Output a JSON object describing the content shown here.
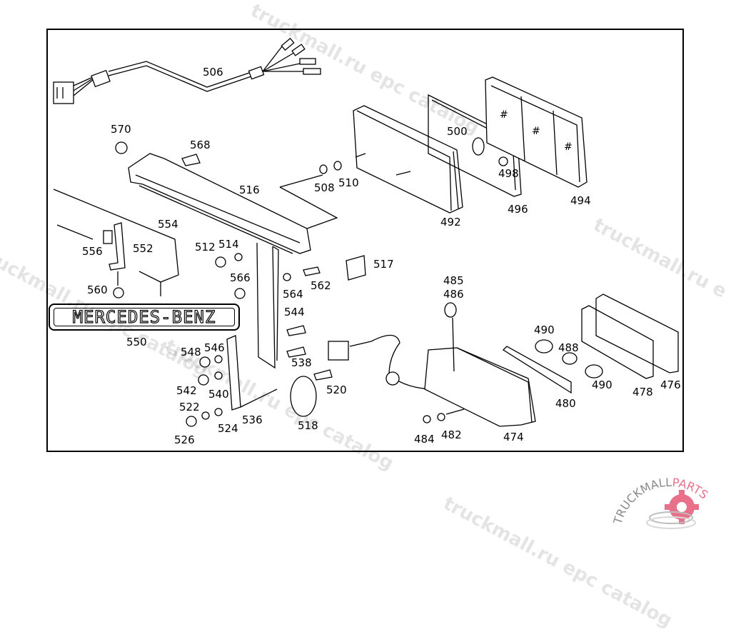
{
  "diagram": {
    "type": "exploded parts diagram",
    "emblem_text": "MERCEDES-BENZ",
    "part_labels": [
      {
        "id": "p506",
        "text": "506"
      },
      {
        "id": "p570",
        "text": "570"
      },
      {
        "id": "p568",
        "text": "568"
      },
      {
        "id": "p516",
        "text": "516"
      },
      {
        "id": "p508",
        "text": "508"
      },
      {
        "id": "p510",
        "text": "510"
      },
      {
        "id": "p500",
        "text": "500"
      },
      {
        "id": "p498",
        "text": "498"
      },
      {
        "id": "p496",
        "text": "496"
      },
      {
        "id": "p494",
        "text": "494"
      },
      {
        "id": "p492",
        "text": "492"
      },
      {
        "id": "p554",
        "text": "554"
      },
      {
        "id": "p556",
        "text": "556"
      },
      {
        "id": "p552",
        "text": "552"
      },
      {
        "id": "p560",
        "text": "560"
      },
      {
        "id": "p550",
        "text": "550"
      },
      {
        "id": "p512",
        "text": "512"
      },
      {
        "id": "p514",
        "text": "514"
      },
      {
        "id": "p566",
        "text": "566"
      },
      {
        "id": "p564",
        "text": "564"
      },
      {
        "id": "p562",
        "text": "562"
      },
      {
        "id": "p517",
        "text": "517"
      },
      {
        "id": "p544",
        "text": "544"
      },
      {
        "id": "p538",
        "text": "538"
      },
      {
        "id": "p520",
        "text": "520"
      },
      {
        "id": "p518",
        "text": "518"
      },
      {
        "id": "p548",
        "text": "548"
      },
      {
        "id": "p546",
        "text": "546"
      },
      {
        "id": "p542",
        "text": "542"
      },
      {
        "id": "p540",
        "text": "540"
      },
      {
        "id": "p522",
        "text": "522"
      },
      {
        "id": "p524",
        "text": "524"
      },
      {
        "id": "p526",
        "text": "526"
      },
      {
        "id": "p536",
        "text": "536"
      },
      {
        "id": "p485",
        "text": "485"
      },
      {
        "id": "p486",
        "text": "486"
      },
      {
        "id": "p490a",
        "text": "490"
      },
      {
        "id": "p488",
        "text": "488"
      },
      {
        "id": "p490b",
        "text": "490"
      },
      {
        "id": "p480",
        "text": "480"
      },
      {
        "id": "p478",
        "text": "478"
      },
      {
        "id": "p476",
        "text": "476"
      },
      {
        "id": "p474",
        "text": "474"
      },
      {
        "id": "p484",
        "text": "484"
      },
      {
        "id": "p482",
        "text": "482"
      }
    ]
  },
  "watermarks": [
    "truckmall.ru epc catalog",
    "truckmall.ru epc catalog",
    "truckmall.ru epc catalog",
    "truckmall.ru epc catalog",
    "truckmall.ru e",
    "truckmall.ru epc catalog"
  ],
  "logo": {
    "text_dark": "TRUCKMALL",
    "text_accent": "PARTS",
    "accent_color": "#e8708a",
    "gray_color": "#8a8a8a"
  }
}
